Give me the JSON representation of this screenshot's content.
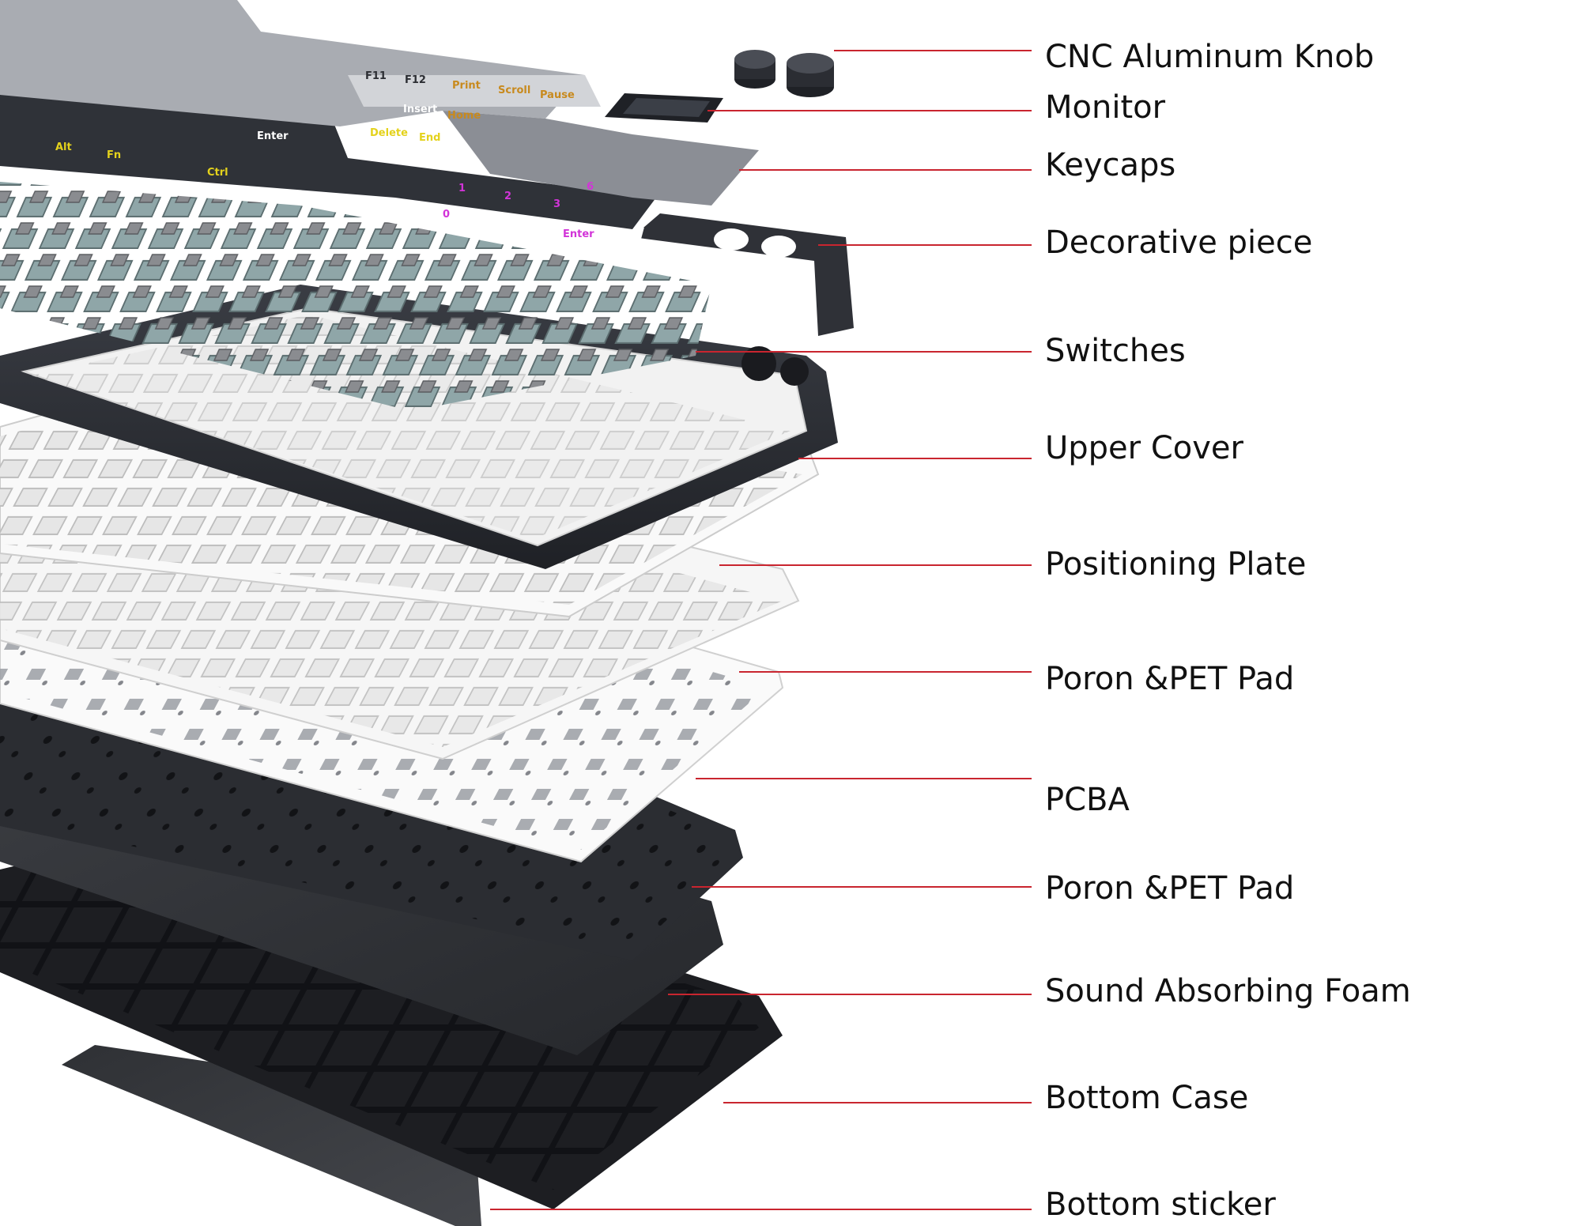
{
  "colors": {
    "leader_line": "#c9252f",
    "label_text": "#111111",
    "dark_part": "#2b2d33",
    "light_part": "#f4f4f4",
    "keycap_dark": "#33363d",
    "keycap_gray": "#8f9299",
    "keycap_light": "#c8cacf",
    "legend_yellow": "#e4d21c",
    "legend_magenta": "#d234d8"
  },
  "parts": [
    {
      "id": "cnc-aluminum-knob",
      "label": "CNC Aluminum Knob"
    },
    {
      "id": "monitor",
      "label": "Monitor"
    },
    {
      "id": "keycaps",
      "label": "Keycaps"
    },
    {
      "id": "decorative-piece",
      "label": "Decorative piece"
    },
    {
      "id": "switches",
      "label": "Switches"
    },
    {
      "id": "upper-cover",
      "label": "Upper Cover"
    },
    {
      "id": "positioning-plate",
      "label": "Positioning Plate"
    },
    {
      "id": "poron-pet-pad-top",
      "label": "Poron &PET Pad"
    },
    {
      "id": "pcba",
      "label": "PCBA"
    },
    {
      "id": "poron-pet-pad-bottom",
      "label": "Poron &PET Pad"
    },
    {
      "id": "sound-absorbing-foam",
      "label": "Sound Absorbing Foam"
    },
    {
      "id": "bottom-case",
      "label": "Bottom Case"
    },
    {
      "id": "bottom-sticker",
      "label": "Bottom sticker"
    }
  ],
  "keycap_legends": [
    "F11",
    "F12",
    "Print",
    "Scroll",
    "Pause",
    "Insert",
    "Home",
    "Delete",
    "End",
    "Alt",
    "Fn",
    "Ctrl",
    "Enter",
    "0",
    "1",
    "2",
    "3",
    "6",
    "Enter"
  ]
}
